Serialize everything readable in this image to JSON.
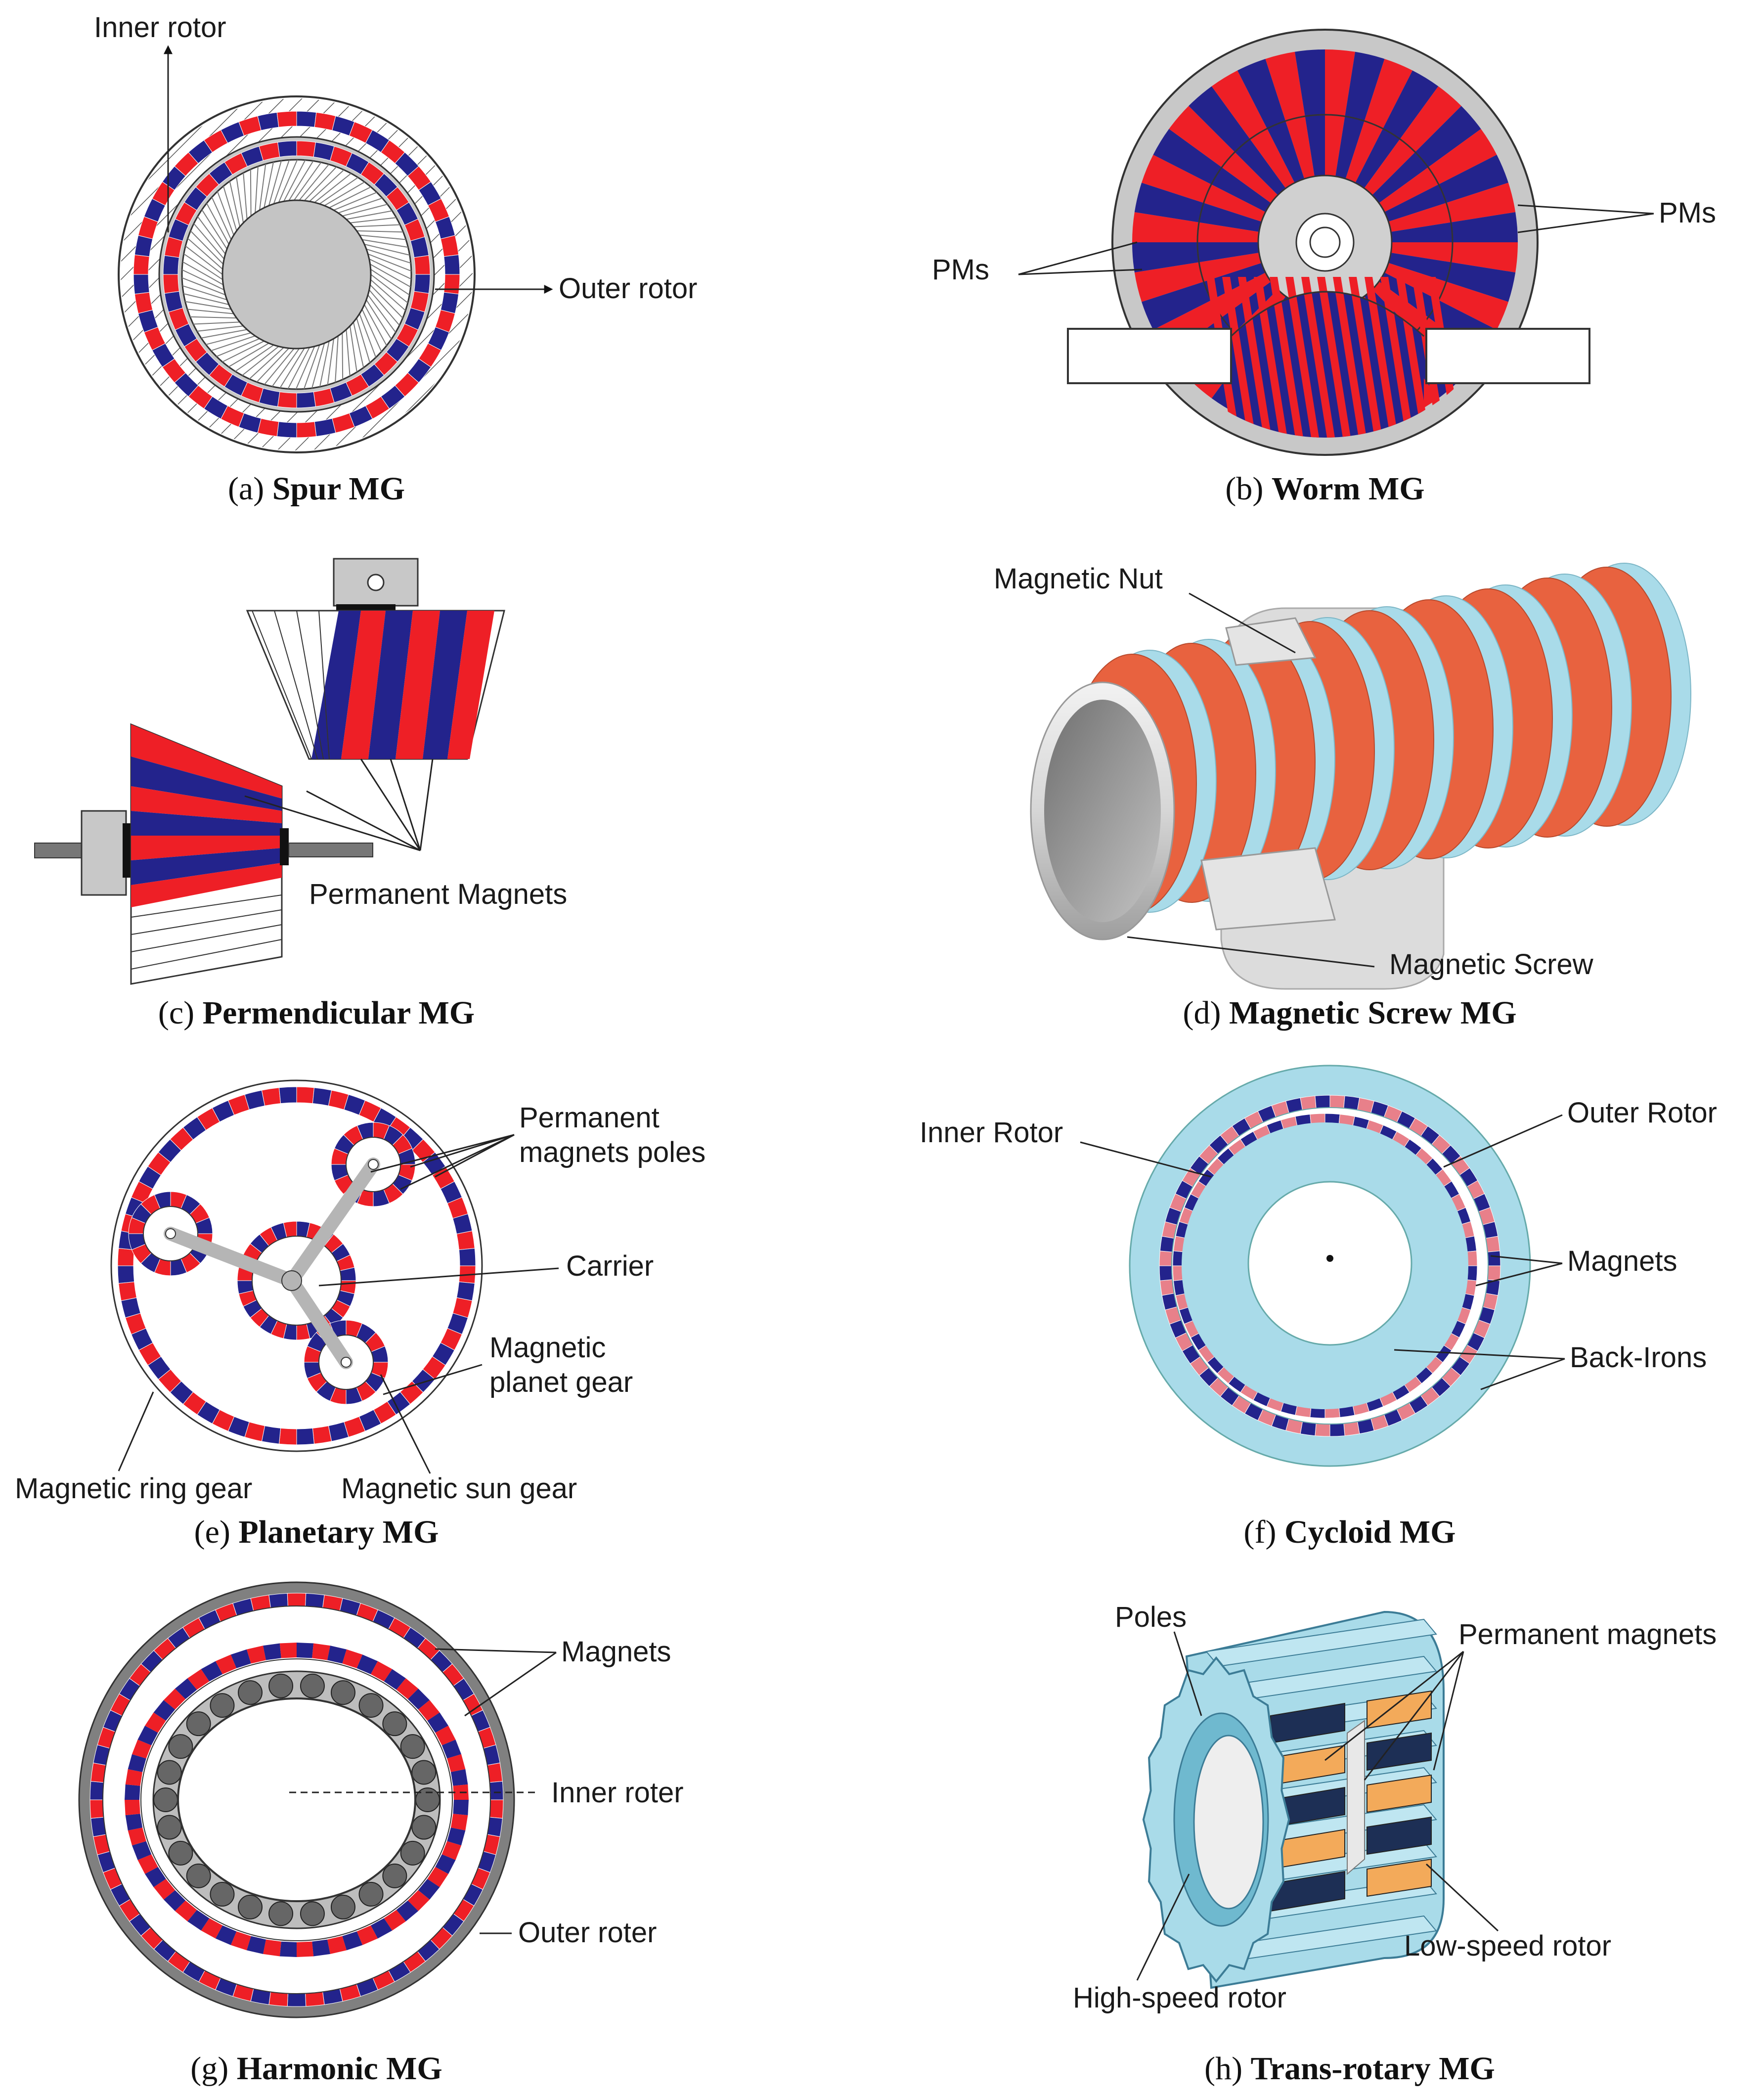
{
  "colors": {
    "red": "#ee1f26",
    "blue": "#23238c",
    "gray": "#c8c8c8",
    "cyan": "#a9dbe9",
    "coral": "#e8623f",
    "orange": "#f3aa5a",
    "navy": "#1d2f55"
  },
  "panels": {
    "a": {
      "tag": "a",
      "title": "Spur MG",
      "labels": {
        "inner": "Inner rotor",
        "outer": "Outer rotor"
      }
    },
    "b": {
      "tag": "b",
      "title": "Worm MG",
      "labels": {
        "pm_left": "PMs",
        "pm_right": "PMs"
      }
    },
    "c": {
      "tag": "c",
      "title": "Permendicular MG",
      "labels": {
        "pm": "Permanent Magnets"
      }
    },
    "d": {
      "tag": "d",
      "title": "Magnetic Screw MG",
      "labels": {
        "nut": "Magnetic Nut",
        "screw": "Magnetic Screw"
      }
    },
    "e": {
      "tag": "e",
      "title": "Planetary MG",
      "labels": {
        "pm1": "Permanent",
        "pm2": "magnets poles",
        "carrier": "Carrier",
        "planet1": "Magnetic",
        "planet2": "planet gear",
        "ring": "Magnetic ring gear",
        "sun": "Magnetic sun gear"
      }
    },
    "f": {
      "tag": "f",
      "title": "Cycloid MG",
      "labels": {
        "inner": "Inner Rotor",
        "outer": "Outer Rotor",
        "magnets": "Magnets",
        "backirons": "Back-Irons"
      }
    },
    "g": {
      "tag": "g",
      "title": "Harmonic MG",
      "labels": {
        "magnets": "Magnets",
        "inner": "Inner roter",
        "outer": "Outer roter"
      }
    },
    "h": {
      "tag": "h",
      "title": "Trans-rotary MG",
      "labels": {
        "poles": "Poles",
        "pm": "Permanent magnets",
        "low": "Low-speed rotor",
        "high": "High-speed rotor"
      }
    }
  }
}
